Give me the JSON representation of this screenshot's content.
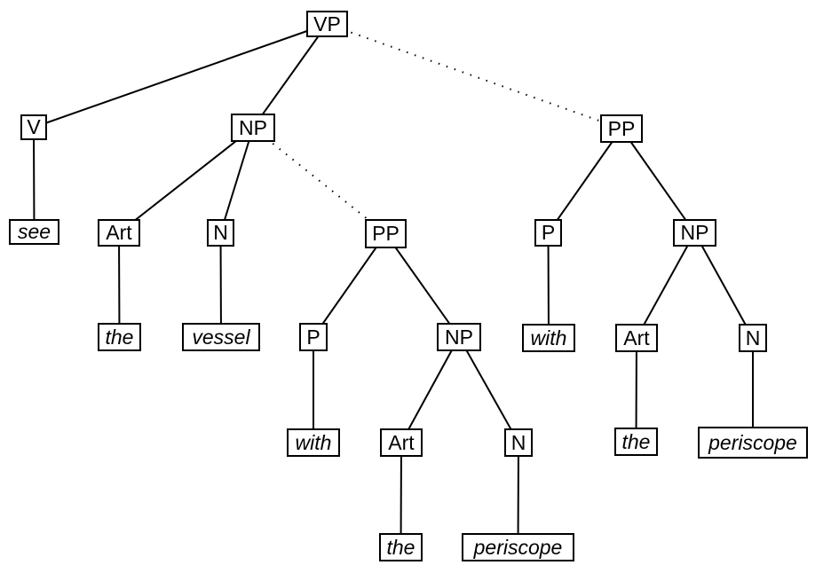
{
  "colors": {
    "background": "#ffffff",
    "line": "#000000",
    "node_border": "#000000",
    "node_fill": "#ffffff",
    "text": "#000000"
  },
  "tree": {
    "nodes": [
      {
        "id": "vp",
        "label": "VP",
        "type": "phrase"
      },
      {
        "id": "v",
        "label": "V",
        "type": "phrase"
      },
      {
        "id": "see",
        "label": "see",
        "type": "word"
      },
      {
        "id": "np1",
        "label": "NP",
        "type": "phrase"
      },
      {
        "id": "art1",
        "label": "Art",
        "type": "phrase"
      },
      {
        "id": "the1",
        "label": "the",
        "type": "word"
      },
      {
        "id": "n1",
        "label": "N",
        "type": "phrase"
      },
      {
        "id": "vessel",
        "label": "vessel",
        "type": "word"
      },
      {
        "id": "pp1",
        "label": "PP",
        "type": "phrase"
      },
      {
        "id": "p1",
        "label": "P",
        "type": "phrase"
      },
      {
        "id": "with1",
        "label": "with",
        "type": "word"
      },
      {
        "id": "np2",
        "label": "NP",
        "type": "phrase"
      },
      {
        "id": "art2",
        "label": "Art",
        "type": "phrase"
      },
      {
        "id": "the2",
        "label": "the",
        "type": "word"
      },
      {
        "id": "n2",
        "label": "N",
        "type": "phrase"
      },
      {
        "id": "periscope1",
        "label": "periscope",
        "type": "word"
      },
      {
        "id": "pp2",
        "label": "PP",
        "type": "phrase"
      },
      {
        "id": "p2",
        "label": "P",
        "type": "phrase"
      },
      {
        "id": "with2",
        "label": "with",
        "type": "word"
      },
      {
        "id": "np3",
        "label": "NP",
        "type": "phrase"
      },
      {
        "id": "art3",
        "label": "Art",
        "type": "phrase"
      },
      {
        "id": "the3",
        "label": "the",
        "type": "word"
      },
      {
        "id": "n3",
        "label": "N",
        "type": "phrase"
      },
      {
        "id": "periscope2",
        "label": "periscope",
        "type": "word"
      }
    ],
    "edges": [
      {
        "from": "vp",
        "to": "v",
        "style": "solid"
      },
      {
        "from": "vp",
        "to": "np1",
        "style": "solid"
      },
      {
        "from": "vp",
        "to": "pp2",
        "style": "dotted"
      },
      {
        "from": "v",
        "to": "see",
        "style": "solid"
      },
      {
        "from": "np1",
        "to": "art1",
        "style": "solid"
      },
      {
        "from": "np1",
        "to": "n1",
        "style": "solid"
      },
      {
        "from": "np1",
        "to": "pp1",
        "style": "dotted"
      },
      {
        "from": "art1",
        "to": "the1",
        "style": "solid"
      },
      {
        "from": "n1",
        "to": "vessel",
        "style": "solid"
      },
      {
        "from": "pp1",
        "to": "p1",
        "style": "solid"
      },
      {
        "from": "pp1",
        "to": "np2",
        "style": "solid"
      },
      {
        "from": "p1",
        "to": "with1",
        "style": "solid"
      },
      {
        "from": "np2",
        "to": "art2",
        "style": "solid"
      },
      {
        "from": "np2",
        "to": "n2",
        "style": "solid"
      },
      {
        "from": "art2",
        "to": "the2",
        "style": "solid"
      },
      {
        "from": "n2",
        "to": "periscope1",
        "style": "solid"
      },
      {
        "from": "pp2",
        "to": "p2",
        "style": "solid"
      },
      {
        "from": "pp2",
        "to": "np3",
        "style": "solid"
      },
      {
        "from": "p2",
        "to": "with2",
        "style": "solid"
      },
      {
        "from": "np3",
        "to": "art3",
        "style": "solid"
      },
      {
        "from": "np3",
        "to": "n3",
        "style": "solid"
      },
      {
        "from": "art3",
        "to": "the3",
        "style": "solid"
      },
      {
        "from": "n3",
        "to": "periscope2",
        "style": "solid"
      }
    ]
  }
}
